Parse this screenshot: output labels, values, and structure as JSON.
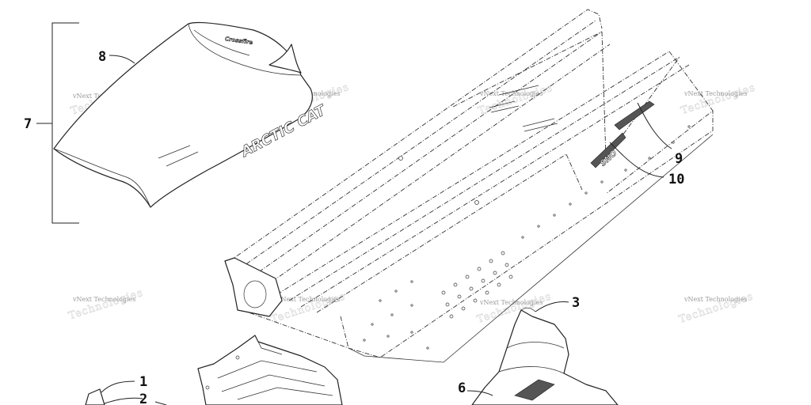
{
  "callouts": {
    "c1": "1",
    "c2": "2",
    "c3": "3",
    "c6": "6",
    "c7": "7",
    "c8": "8",
    "c9": "9",
    "c10": "10"
  },
  "watermark": {
    "text": "vNext Technologies",
    "shadow_text": "Technologies"
  },
  "decals": {
    "seat_brand": "ARCTIC CAT",
    "seat_tag": "Crossfire",
    "tunnel_decal": "SNO"
  },
  "colors": {
    "line": "#222222",
    "watermark": "#9a9a9a",
    "background": "#ffffff"
  }
}
